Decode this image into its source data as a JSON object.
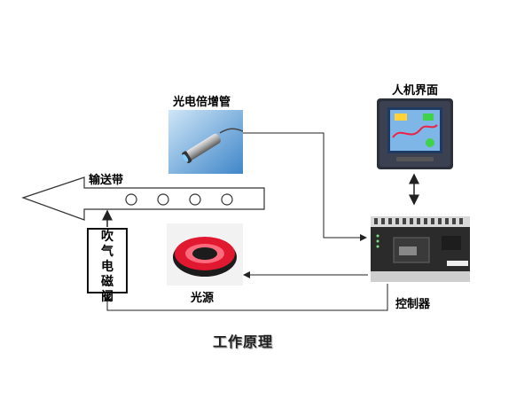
{
  "labels": {
    "pmt": "光电倍增管",
    "hmi": "人机界面",
    "conveyor": "输送带",
    "valve": "吹气电磁阀",
    "light": "光源",
    "controller": "控制器",
    "caption": "工作原理"
  },
  "colors": {
    "line": "#222222",
    "ring_red": "#e01830",
    "hmi_frame": "#2a2f3a",
    "plc_body": "#2b2b2b"
  }
}
